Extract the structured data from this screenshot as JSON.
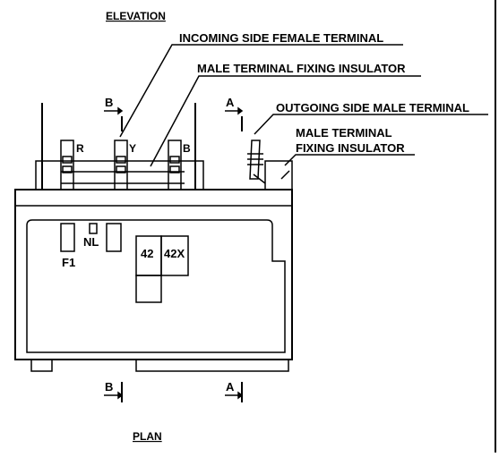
{
  "drawing": {
    "title_top": "ELEVATION",
    "title_bottom": "PLAN",
    "callouts": {
      "incoming_female": "INCOMING SIDE FEMALE TERMINAL",
      "male_fixing_insulator": "MALE TERMINAL FIXING INSULATOR",
      "outgoing_male": "OUTGOING SIDE MALE TERMINAL",
      "male_fixing_insulator_2_line1": "MALE TERMINAL",
      "male_fixing_insulator_2_line2": "FIXING INSULATOR"
    },
    "phase_labels": {
      "r": "R",
      "y": "Y",
      "b": "B"
    },
    "section_labels": {
      "b_top": "B",
      "a_top": "A",
      "b_bottom": "B",
      "a_bottom": "A"
    },
    "components": {
      "f1": "F1",
      "nl": "NL",
      "relay_42": "42",
      "relay_42x": "42X"
    }
  }
}
